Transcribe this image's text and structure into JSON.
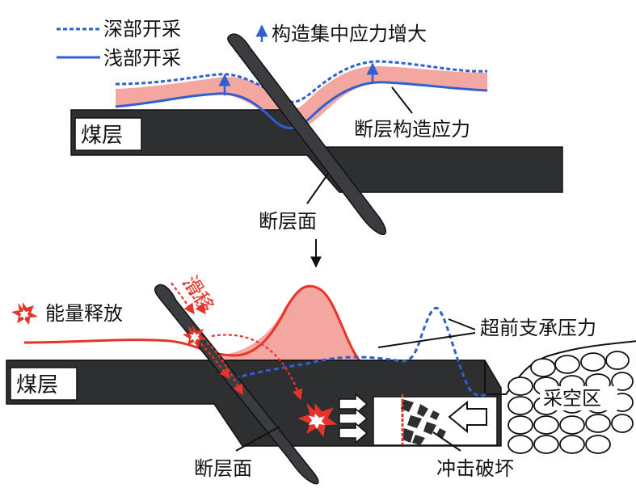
{
  "colors": {
    "seam": "#2d2f31",
    "fault": "#3a3c40",
    "stress_band": "#f4a7a1",
    "stress_line": "#e8332a",
    "shallow_line": "#2f5fd0",
    "deep_line": "#2f5fd0",
    "arrow_blue": "#2f5fd0",
    "red_text": "#e8332a"
  },
  "top_panel": {
    "legend_deep": "深部开采",
    "legend_shallow": "浅部开采",
    "legend_arrow": "构造集中应力增大",
    "coal_seam": "煤层",
    "fault_stress": "断层构造应力",
    "fault_plane": "断层面"
  },
  "bottom_panel": {
    "energy_release": "能量释放",
    "slip": "滑移",
    "advance_pressure": "超前支承压力",
    "coal_seam": "煤层",
    "goaf": "采空区",
    "fault_plane": "断层面",
    "impact_damage": "冲击破坏"
  }
}
